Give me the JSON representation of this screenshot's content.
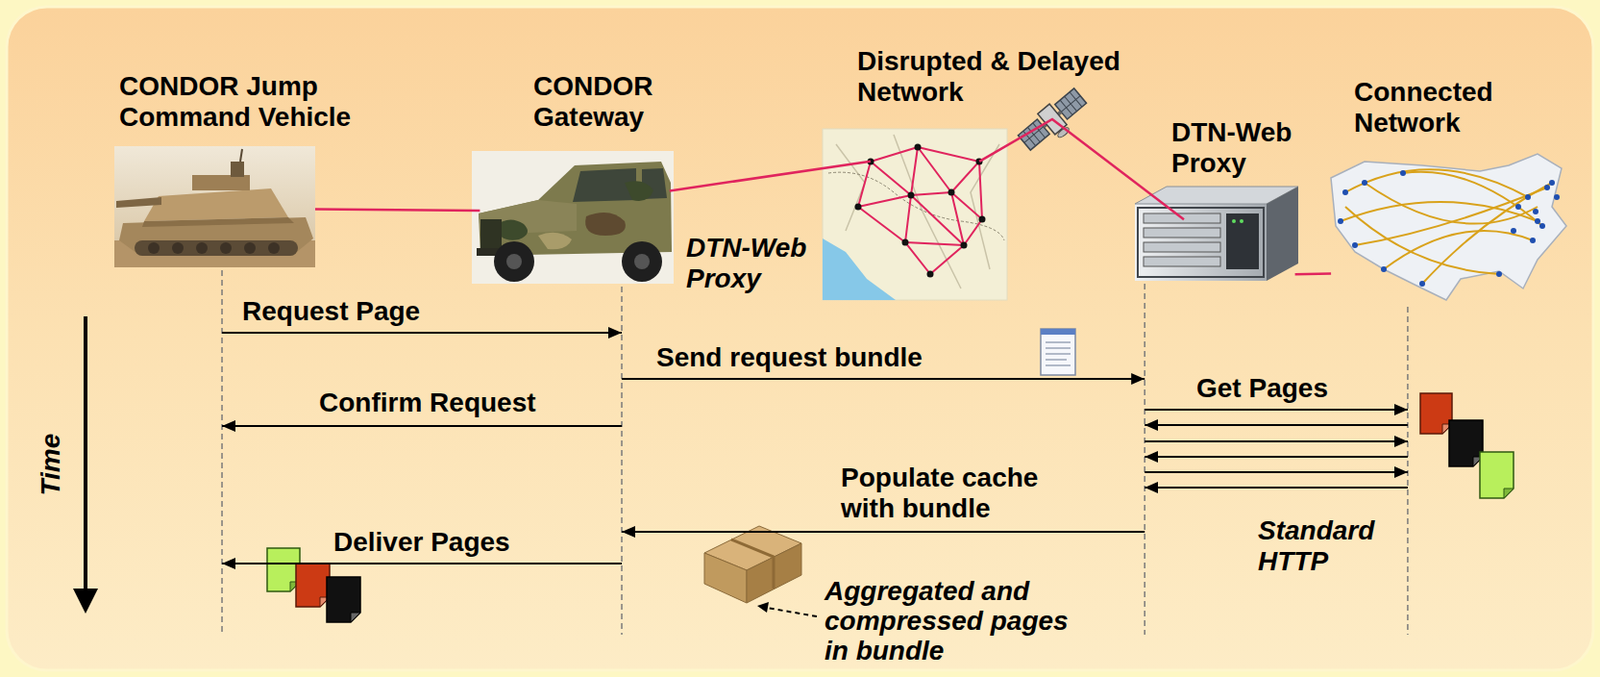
{
  "diagram": {
    "nodes": [
      {
        "text": [
          "CONDOR Jump Command Vehicle"
        ]
      },
      {
        "text": [
          "CONDOR Gateway"
        ]
      },
      {
        "text": [
          "Disrupted & Delayed Network"
        ]
      },
      {
        "text": [
          "DTN-Web Proxy"
        ]
      },
      {
        "text": [
          "Connected Network"
        ]
      }
    ],
    "edges": [
      {
        "from": 0,
        "to": 1,
        "arrow": "none"
      },
      {
        "from": 1,
        "to": 2,
        "arrow": "none"
      },
      {
        "from": 2,
        "to": 3,
        "arrow": "none"
      },
      {
        "from": 3,
        "to": 4,
        "arrow": "none"
      },
      {
        "from": 0,
        "to": 1,
        "label": "Request Page",
        "arrow": "to"
      },
      {
        "from": 1,
        "to": 3,
        "label": "Send request bundle",
        "arrow": "to"
      },
      {
        "from": 1,
        "to": 0,
        "label": "Confirm Request",
        "arrow": "to"
      },
      {
        "from": 3,
        "to": 4,
        "label": "Get Pages",
        "arrow": "to"
      },
      {
        "from": 4,
        "to": 3,
        "arrow": "to"
      },
      {
        "from": 3,
        "to": 4,
        "arrow": "to"
      },
      {
        "from": 4,
        "to": 3,
        "arrow": "to"
      },
      {
        "from": 3,
        "to": 4,
        "arrow": "to"
      },
      {
        "from": 4,
        "to": 3,
        "arrow": "to"
      },
      {
        "from": 3,
        "to": 1,
        "label": "Populate cache with bundle",
        "arrow": "to"
      },
      {
        "from": 1,
        "to": 0,
        "label": "Deliver Pages",
        "arrow": "to"
      }
    ],
    "labels": [
      "DTN-Web Proxy",
      "Time",
      "Standard HTTP",
      "Aggregated and compressed pages in bundle"
    ]
  }
}
